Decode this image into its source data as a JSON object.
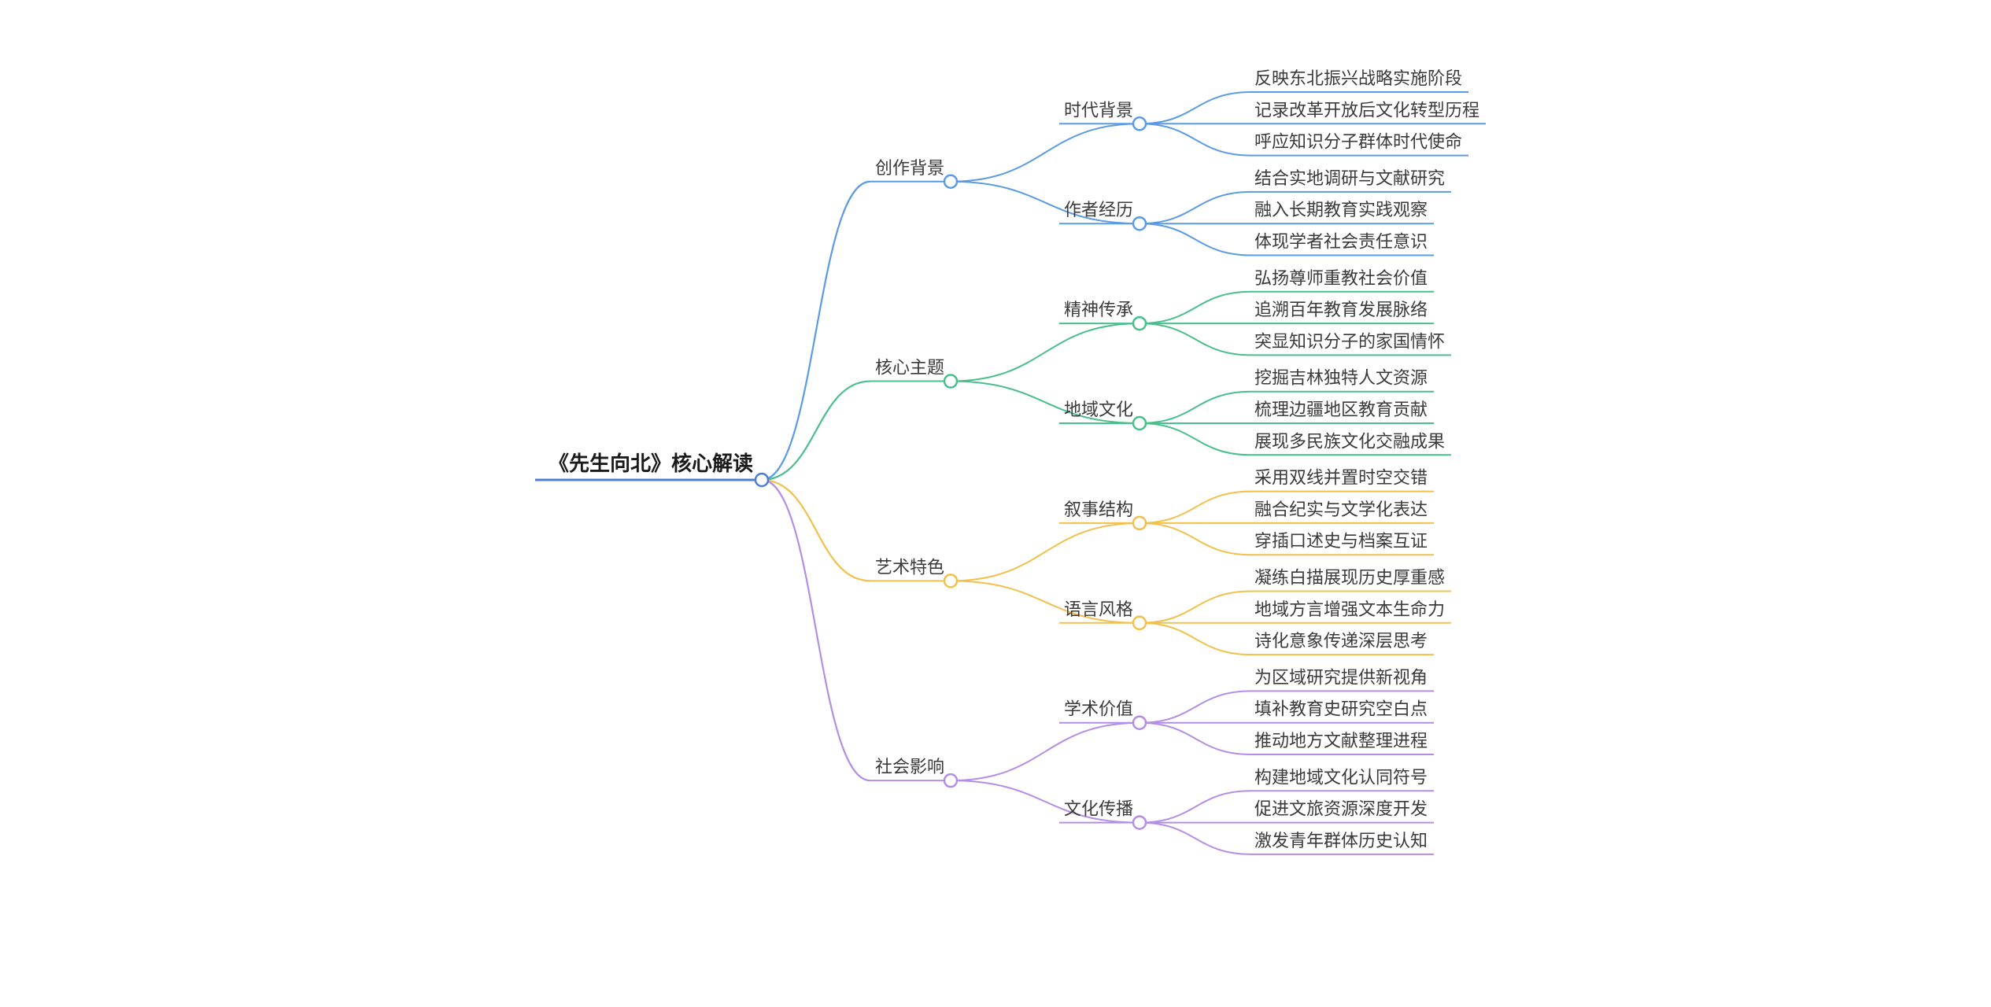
{
  "root": {
    "label": "《先生向北》核心解读",
    "color": "#4a7fd0"
  },
  "branches": [
    {
      "label": "创作背景",
      "color": "#5b9be6",
      "children": [
        {
          "label": "时代背景",
          "leaves": [
            "反映东北振兴战略实施阶段",
            "记录改革开放后文化转型历程",
            "呼应知识分子群体时代使命"
          ]
        },
        {
          "label": "作者经历",
          "leaves": [
            "结合实地调研与文献研究",
            "融入长期教育实践观察",
            "体现学者社会责任意识"
          ]
        }
      ]
    },
    {
      "label": "核心主题",
      "color": "#48bf8c",
      "children": [
        {
          "label": "精神传承",
          "leaves": [
            "弘扬尊师重教社会价值",
            "追溯百年教育发展脉络",
            "突显知识分子的家国情怀"
          ]
        },
        {
          "label": "地域文化",
          "leaves": [
            "挖掘吉林独特人文资源",
            "梳理边疆地区教育贡献",
            "展现多民族文化交融成果"
          ]
        }
      ]
    },
    {
      "label": "艺术特色",
      "color": "#f2c04b",
      "children": [
        {
          "label": "叙事结构",
          "leaves": [
            "采用双线并置时空交错",
            "融合纪实与文学化表达",
            "穿插口述史与档案互证"
          ]
        },
        {
          "label": "语言风格",
          "leaves": [
            "凝练白描展现历史厚重感",
            "地域方言增强文本生命力",
            "诗化意象传递深层思考"
          ]
        }
      ]
    },
    {
      "label": "社会影响",
      "color": "#b48ee6",
      "children": [
        {
          "label": "学术价值",
          "leaves": [
            "为区域研究提供新视角",
            "填补教育史研究空白点",
            "推动地方文献整理进程"
          ]
        },
        {
          "label": "文化传播",
          "leaves": [
            "构建地域文化认同符号",
            "促进文旅资源深度开发",
            "激发青年群体历史认知"
          ]
        }
      ]
    }
  ]
}
